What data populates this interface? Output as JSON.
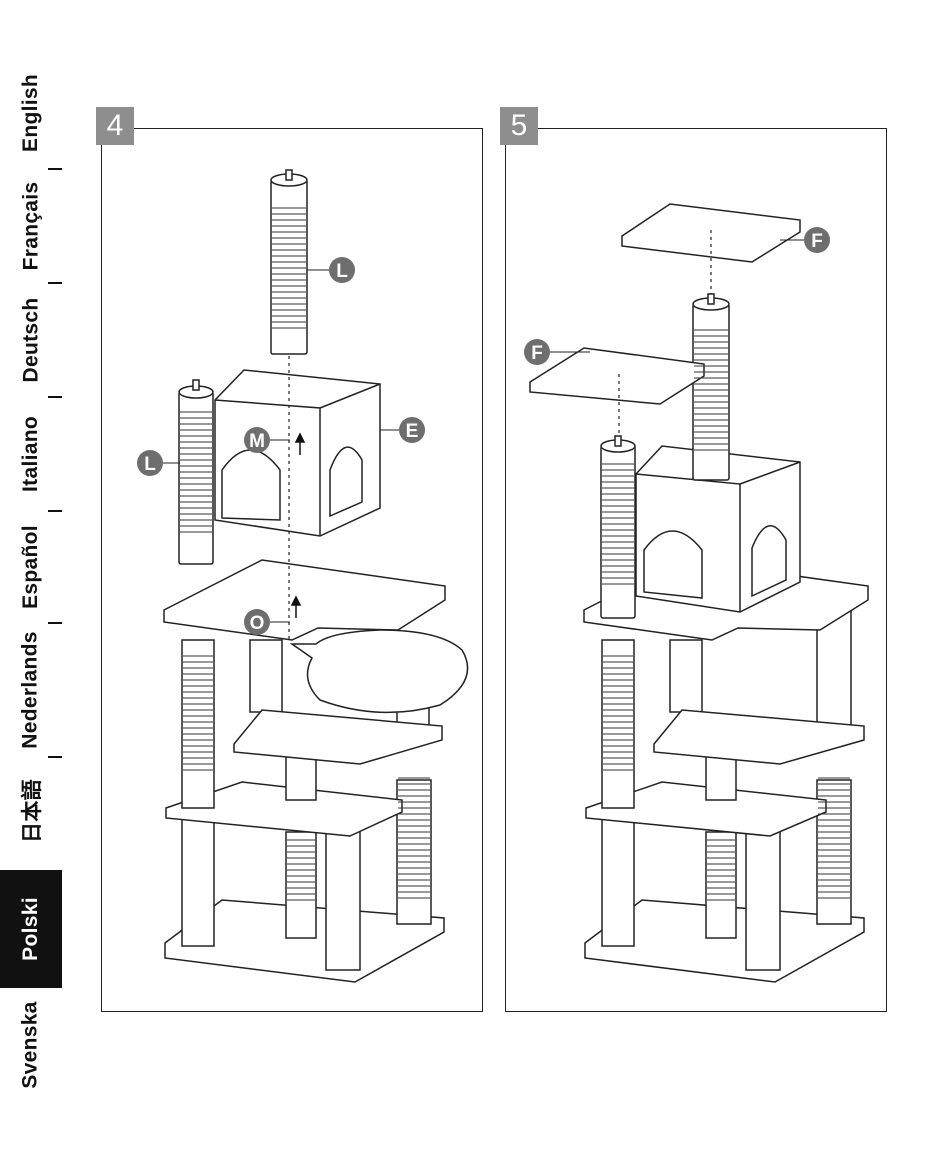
{
  "languages": [
    {
      "label": "English",
      "active": false
    },
    {
      "label": "Français",
      "active": false
    },
    {
      "label": "Deutsch",
      "active": false
    },
    {
      "label": "Italiano",
      "active": false
    },
    {
      "label": "Español",
      "active": false
    },
    {
      "label": "Nederlands",
      "active": false
    },
    {
      "label": "日本語",
      "active": false
    },
    {
      "label": "Polski",
      "active": true
    },
    {
      "label": "Svenska",
      "active": false
    }
  ],
  "steps": [
    {
      "number": "4",
      "parts": [
        "L",
        "L",
        "M",
        "E",
        "O"
      ]
    },
    {
      "number": "5",
      "parts": [
        "F",
        "F"
      ]
    }
  ],
  "colors": {
    "badge": "#8e8e8e",
    "part_label": "#6e6e6e",
    "active_tab": "#111111"
  }
}
